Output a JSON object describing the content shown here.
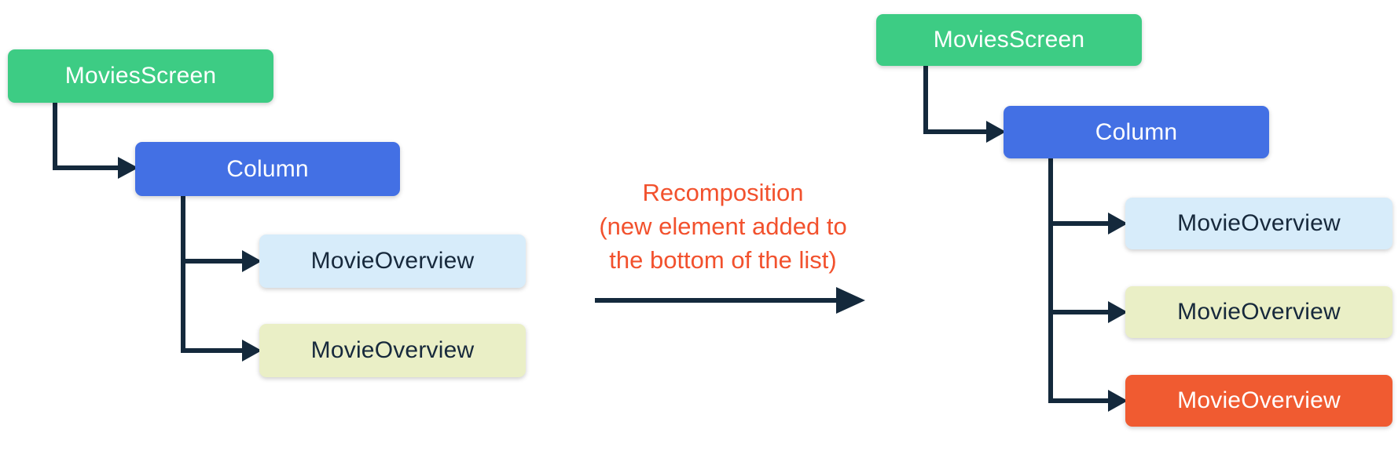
{
  "colors": {
    "connector": "#14293C",
    "annotation": "#F2512D"
  },
  "left_tree": {
    "nodes": [
      {
        "label": "MoviesScreen",
        "bg": "#3DCC84",
        "fg": "#FFFFFF"
      },
      {
        "label": "Column",
        "bg": "#4370E4",
        "fg": "#FFFFFF"
      },
      {
        "label": "MovieOverview",
        "bg": "#D7ECFA",
        "fg": "#17293C"
      },
      {
        "label": "MovieOverview",
        "bg": "#EAEFC6",
        "fg": "#17293C"
      }
    ]
  },
  "annotation": {
    "line1": "Recomposition",
    "line2": "(new element added to",
    "line3": "the bottom of the list)"
  },
  "right_tree": {
    "nodes": [
      {
        "label": "MoviesScreen",
        "bg": "#3DCC84",
        "fg": "#FFFFFF"
      },
      {
        "label": "Column",
        "bg": "#4370E4",
        "fg": "#FFFFFF"
      },
      {
        "label": "MovieOverview",
        "bg": "#D7ECFA",
        "fg": "#17293C"
      },
      {
        "label": "MovieOverview",
        "bg": "#EAEFC6",
        "fg": "#17293C"
      },
      {
        "label": "MovieOverview",
        "bg": "#F05B31",
        "fg": "#FFFFFF"
      }
    ]
  }
}
